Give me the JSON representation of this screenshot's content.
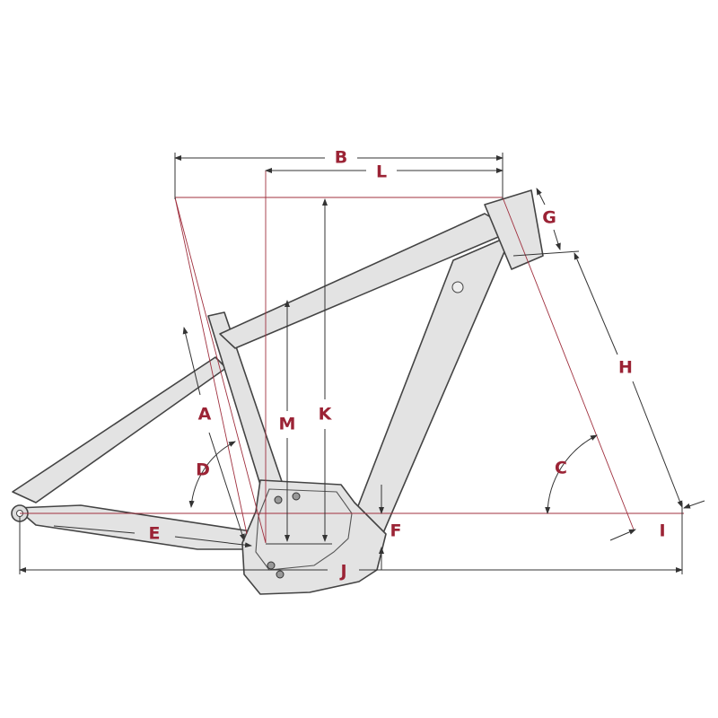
{
  "diagram": {
    "title": "E-bike frame geometry",
    "labels": {
      "A": "A",
      "B": "B",
      "C": "C",
      "D": "D",
      "E": "E",
      "F": "F",
      "G": "G",
      "H": "H",
      "I": "I",
      "J": "J",
      "K": "K",
      "L": "L",
      "M": "M"
    },
    "colors": {
      "label": "#9b2335",
      "reference_line": "#a0303f",
      "frame_fill": "#e3e3e3",
      "outline": "#444444"
    }
  }
}
